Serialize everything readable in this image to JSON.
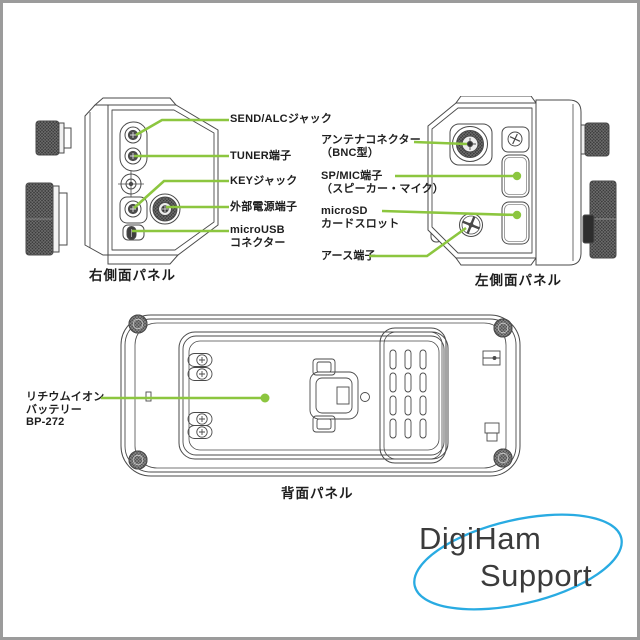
{
  "page": {
    "background": "#ffffff",
    "border_color": "#9b9b9b"
  },
  "colors": {
    "callout_green": "#8CC63F",
    "outline_gray": "#4a4a4a",
    "logo_blue": "#29ABE2",
    "logo_text_gray": "#3b3b3b",
    "label_text": "#1e1e1e"
  },
  "right_side_view": {
    "caption": "右側面パネル",
    "labels": [
      {
        "name": "send-alc-jack",
        "text": "SEND/ALCジャック"
      },
      {
        "name": "tuner-jack",
        "text": "TUNER端子"
      },
      {
        "name": "key-jack",
        "text": "KEYジャック"
      },
      {
        "name": "external-power-jack",
        "text": "外部電源端子"
      },
      {
        "name": "micro-usb-connector",
        "text": "microUSB\nコネクター"
      }
    ]
  },
  "left_side_view": {
    "caption": "左側面パネル",
    "labels": [
      {
        "name": "antenna-connector",
        "text": "アンテナコネクター\n（BNC型）"
      },
      {
        "name": "sp-mic-jack",
        "text": "SP/MIC端子\n（スピーカー・マイク）"
      },
      {
        "name": "microsd-card-slot",
        "text": "microSD\nカードスロット"
      },
      {
        "name": "ground-terminal",
        "text": "アース端子"
      }
    ]
  },
  "back_view": {
    "caption": "背面パネル",
    "labels": [
      {
        "name": "lithium-ion-battery",
        "text": "リチウムイオン\nバッテリー\nBP-272"
      }
    ]
  },
  "logo": {
    "line1": "DigiHam",
    "line2": "Support"
  }
}
